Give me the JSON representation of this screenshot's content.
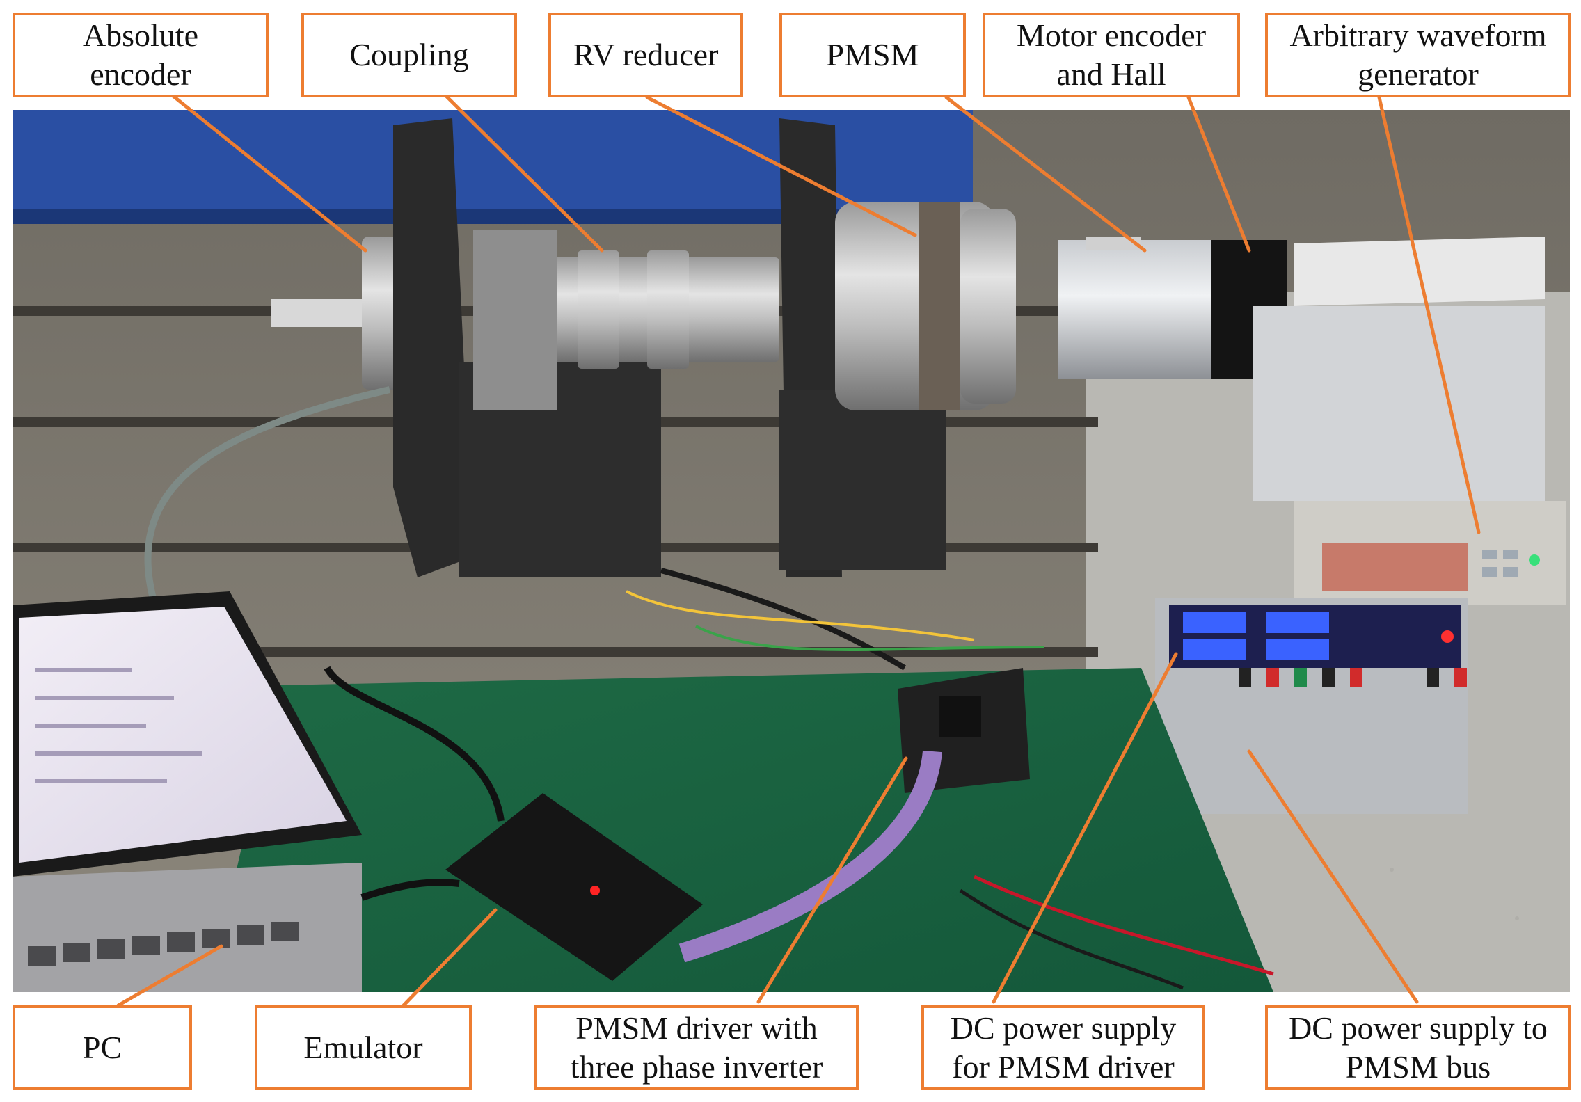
{
  "figure": {
    "accent_color": "#ED7D31",
    "labels": {
      "absolute_encoder": "Absolute\nencoder",
      "coupling": "Coupling",
      "rv_reducer": "RV reducer",
      "pmsm": "PMSM",
      "motor_encoder_hall": "Motor encoder\nand Hall",
      "arbitrary_waveform_generator": "Arbitrary waveform\ngenerator",
      "pc": "PC",
      "emulator": "Emulator",
      "pmsm_driver": "PMSM driver with\nthree phase inverter",
      "dc_supply_driver": "DC power supply\nfor PMSM driver",
      "dc_supply_bus": "DC power supply to\nPMSM bus"
    }
  }
}
